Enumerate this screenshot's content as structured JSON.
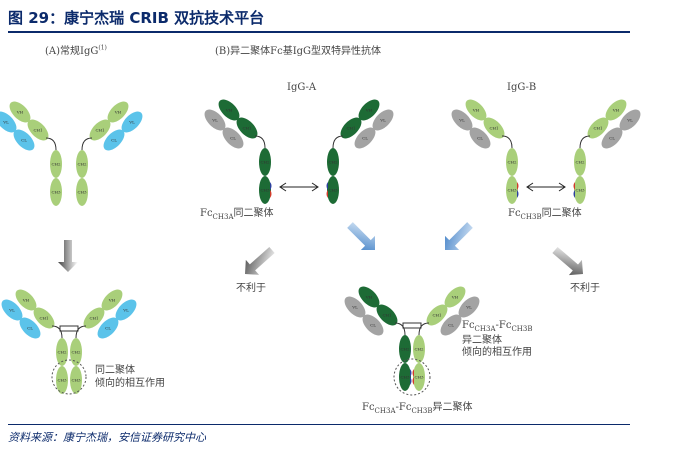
{
  "title": "图 29：康宁杰瑞 CRIB 双抗技术平台",
  "panel_a": {
    "label": "(A)常规IgG",
    "sup": "(1)",
    "bottom_note": [
      "同二聚体",
      "倾向的相互作用"
    ]
  },
  "panel_b": {
    "label": "(B)异二聚体Fc基IgG型双特异性抗体",
    "igg_a": "IgG-A",
    "igg_b": "IgG-B",
    "homo_a": {
      "prefix": "Fc",
      "sub": "CH3A",
      "suffix": "同二聚体"
    },
    "homo_b": {
      "prefix": "Fc",
      "sub": "CH3B",
      "suffix": "同二聚体"
    },
    "unfavorable_left": "不利于",
    "unfavorable_right": "不利于",
    "hetero_note": {
      "p1": "Fc",
      "s1": "CH3A",
      "p2": "-Fc",
      "s2": "CH3B",
      "line2": "异二聚体",
      "line3": "倾向的相互作用"
    },
    "hetero_label": {
      "p1": "Fc",
      "s1": "CH3A",
      "p2": "-Fc",
      "s2": "CH3B",
      "suffix": "异二聚体"
    }
  },
  "domain_labels": {
    "vh": "VH",
    "vl": "VL",
    "ch1": "CH1",
    "cl": "CL",
    "ch2": "CH2",
    "ch3": "CH3"
  },
  "colors": {
    "light_green": "#a9cf7a",
    "dark_green": "#1d6b35",
    "blue": "#5bc3ea",
    "gray": "#a3a3a3",
    "title": "#0b2a6b",
    "arrow_blue": "#4a86c8",
    "mut_blue": "#2b3f9e",
    "mut_red": "#d23a2a"
  },
  "source": "资料来源：康宁杰瑞，安信证券研究中心"
}
